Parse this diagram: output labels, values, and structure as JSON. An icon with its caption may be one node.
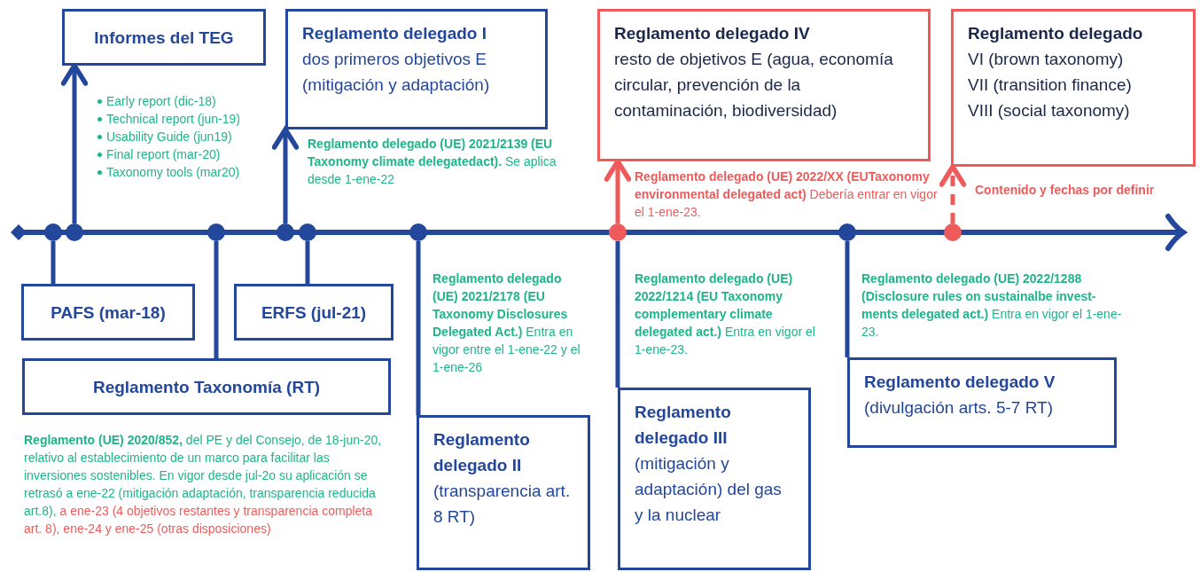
{
  "diagram": {
    "nodes": [
      {
        "text": [
          "Informes del TEG"
        ],
        "beside": [
          "Early report (dic-18)",
          "Technical report (jun-19)",
          "Usability Guide (jun19)",
          "Final report (mar-20)",
          "Taxonomy tools (mar20)"
        ]
      },
      {
        "text": [
          "Reglamento delegado I",
          "dos primeros objetivos E (mitigación y adaptación)"
        ],
        "beside": [
          "**Reglamento delegado (UE) 2021/2139 (EU Taxonomy climate delegatedact).** Se aplica desde 1-ene-22"
        ]
      },
      {
        "text": [
          "Reglamento delegado IV",
          "resto de objetivos E (agua, economía circular, prevención de la contaminación, biodiversidad)"
        ],
        "beside": [
          "**Reglamento delegado (UE) 2022/XX (EUTaxonomy environmental delegated act)** Debería entrar en vigor el 1-ene-23."
        ]
      },
      {
        "text": [
          "Reglamento delegado",
          "VI (brown taxonomy)",
          "VII (transition finance)",
          "VIII (social taxonomy)"
        ],
        "beside": [
          "Contenido y fechas por definir"
        ]
      },
      {
        "text": [
          "PAFS (mar-18)"
        ]
      },
      {
        "text": [
          "ERFS (jul-21)"
        ]
      },
      {
        "text": [
          "Reglamento Taxonomía (RT)"
        ],
        "beside": [
          "**Reglamento (UE) 2020/852,** del PE y del Consejo, de 18-jun-20, relativo al establecimiento de un marco para facilitar las inversiones sostenibles. En vigor desde jul-2o su aplicación se retrasó a ene-22 (mitigación adaptación, transparencia reducida art.8),",
          "a ene-23 (4 objetivos restantes y transparencia completa art. 8), ene-24 y ene-25 (otras disposiciones)"
        ]
      },
      {
        "text": [
          "Reglamento delegado II",
          "(transparencia art. 8 RT)"
        ],
        "beside": [
          "**Reglamento delegado (UE) 2021/2178 (EU Taxonomy Disclosures Delegated Act.)** Entra en vigor entre el 1-ene-22 y el 1-ene-26"
        ]
      },
      {
        "text": [
          "Reglamento delegado III",
          "(mitigación y adaptación) del gas y la nuclear"
        ],
        "beside": [
          "**Reglamento delegado (UE) 2022/1214 (EU Taxonomy complementary climate delegated act.)** Entra en vigor el 1-ene-23."
        ]
      },
      {
        "text": [
          "Reglamento delegado V",
          "(divulgación arts. 5-7 RT)"
        ],
        "beside": [
          "**Reglamento delegado (UE) 2022/1288 (Disclosure rules on sustainalbe invest- ments delegated act.)** Entra en vigor el 1-ene-23."
        ]
      },
      {
        "text": [],
        "shape": "circle"
      },
      {
        "text": [],
        "shape": "circle"
      },
      {
        "text": [],
        "shape": "circle"
      },
      {
        "text": [],
        "shape": "circle"
      },
      {
        "text": [],
        "shape": "circle"
      },
      {
        "text": [],
        "shape": "circle"
      },
      {
        "text": [],
        "shape": "circle"
      },
      {
        "text": [],
        "shape": "circle"
      },
      {
        "text": [],
        "shape": "circle"
      }
    ],
    "edges": [
      {
        "from": 10,
        "to": 4,
        "arrow": "none"
      },
      {
        "from": 11,
        "to": 0,
        "arrow": "to"
      },
      {
        "from": 12,
        "to": 6,
        "arrow": "none"
      },
      {
        "from": 13,
        "to": 1,
        "arrow": "to"
      },
      {
        "from": 14,
        "to": 5,
        "arrow": "none"
      },
      {
        "from": 15,
        "to": 7,
        "arrow": "none"
      },
      {
        "from": 16,
        "to": 2,
        "arrow": "to",
        "color": "#ef5b5b"
      },
      {
        "from": 16,
        "to": 8,
        "arrow": "none"
      },
      {
        "from": 17,
        "to": 9,
        "arrow": "none"
      },
      {
        "from": 18,
        "to": 3,
        "arrow": "to",
        "style": "dashed",
        "color": "#ef5b5b"
      }
    ]
  }
}
